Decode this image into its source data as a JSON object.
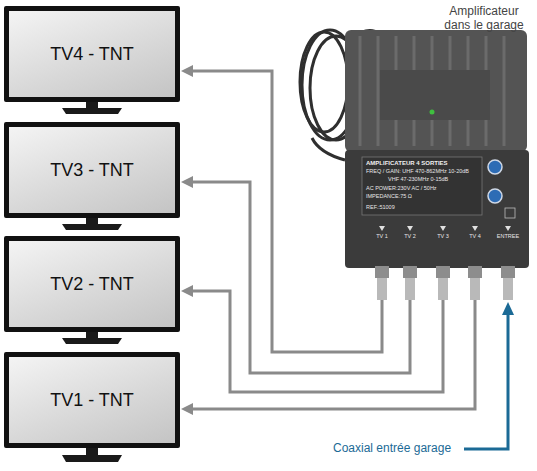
{
  "diagram": {
    "nodes": [
      {
        "text": [
          "TV4 - TNT"
        ]
      },
      {
        "text": [
          "TV3 - TNT"
        ]
      },
      {
        "text": [
          "TV2 - TNT"
        ]
      },
      {
        "text": [
          "TV1 - TNT"
        ]
      },
      {
        "text": [
          "Amplificateur dans le garage"
        ]
      }
    ],
    "edges": [
      {
        "from": 4,
        "to": 0,
        "arrow": "to"
      },
      {
        "from": 4,
        "to": 1,
        "arrow": "to"
      },
      {
        "from": 4,
        "to": 2,
        "arrow": "to"
      },
      {
        "from": 4,
        "to": 3,
        "arrow": "to"
      }
    ],
    "labels": [
      "AMPLIFICATEUR 4 SORTIES",
      "FREQ / GAIN: UHF 470-862MHz 10-20dB",
      "VHF 47-230MHz 0-15dB",
      "AC POWER:230V AC / 50Hz",
      "IMPEDANCE:75 Ω",
      "REF.:51009",
      "TV 1",
      "TV 2",
      "TV 3",
      "TV 4",
      "ENTREE",
      "Coaxial entrée garage"
    ]
  }
}
